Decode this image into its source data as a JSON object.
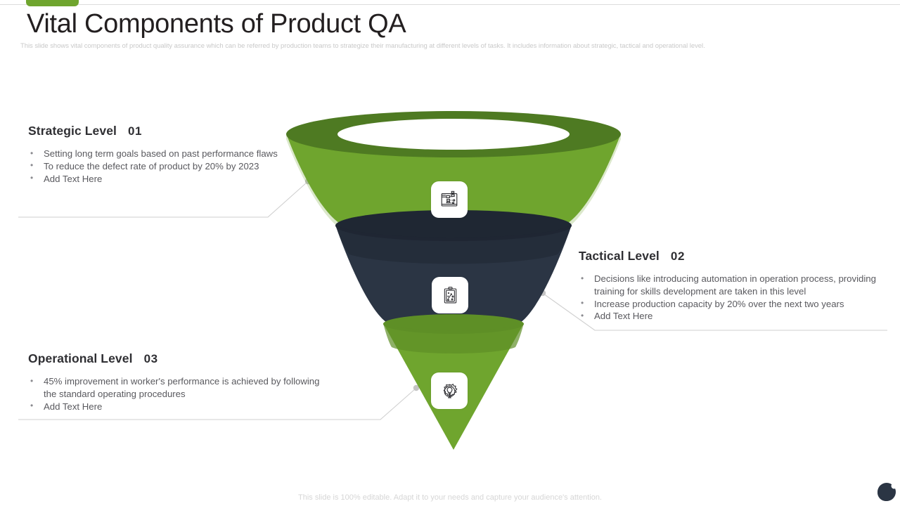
{
  "header": {
    "title": "Vital Components of Product QA",
    "subtitle": "This slide shows vital components of product quality assurance which can be referred by production teams to strategize their manufacturing at different levels of tasks. It includes information about strategic, tactical and operational level."
  },
  "levels": [
    {
      "id": "strategic",
      "title": "Strategic Level",
      "number": "01",
      "icon": "blueprint-plan-icon",
      "color": "#6fa52e",
      "bullets": [
        "Setting long term goals based on past performance flaws",
        "To reduce the defect rate of product by 20% by 2023",
        "Add Text Here"
      ]
    },
    {
      "id": "tactical",
      "title": "Tactical Level",
      "number": "02",
      "icon": "clipboard-strategy-icon",
      "color": "#2b3544",
      "bullets": [
        "Decisions like introducing automation in operation process, providing training for skills development are taken in this level",
        "Increase production capacity by 20% over the next two years",
        "Add Text Here"
      ]
    },
    {
      "id": "operational",
      "title": "Operational Level",
      "number": "03",
      "icon": "gear-lightbulb-icon",
      "color": "#6fa52e",
      "bullets": [
        "45% improvement in worker's performance is achieved by following the standard operating procedures",
        "Add Text Here"
      ]
    }
  ],
  "footer": {
    "note": "This slide is 100% editable. Adapt it to your needs and capture your audience's attention."
  },
  "theme": {
    "green": "#6fa52e",
    "green_dark": "#4e7a22",
    "navy": "#2b3544",
    "navy_dark": "#1f2733",
    "text": "#59595e",
    "title": "#231f20",
    "muted": "#c9c9c9",
    "connector": "#cfcfcf"
  }
}
